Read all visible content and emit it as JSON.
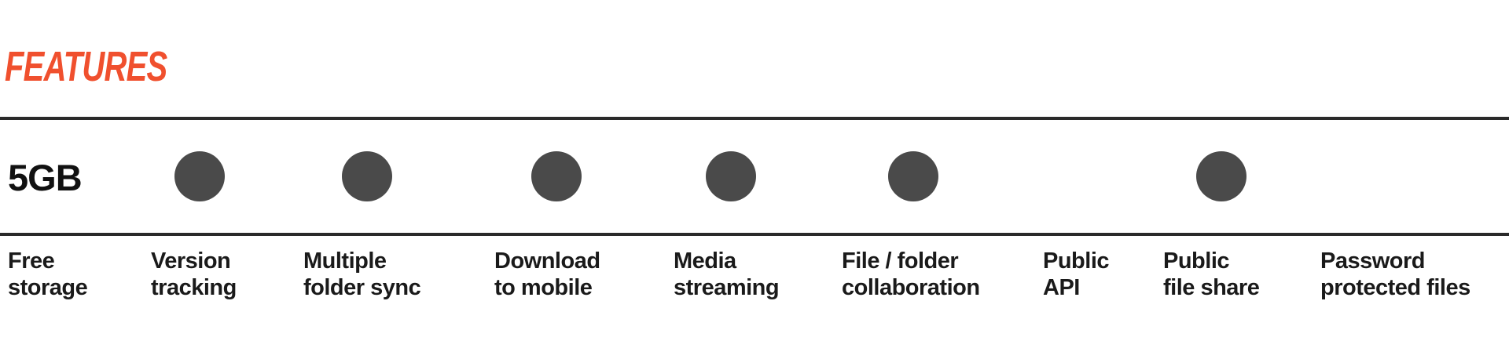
{
  "section": {
    "title": "FEATURES",
    "title_color": "#f0502e"
  },
  "plan": {
    "storage": "5GB"
  },
  "features": [
    {
      "line1": "Free",
      "line2": "storage",
      "included": null
    },
    {
      "line1": "Version",
      "line2": "tracking",
      "included": true
    },
    {
      "line1": "Multiple",
      "line2": "folder sync",
      "included": true
    },
    {
      "line1": "Download",
      "line2": "to mobile",
      "included": true
    },
    {
      "line1": "Media",
      "line2": "streaming",
      "included": true
    },
    {
      "line1": "File / folder",
      "line2": "collaboration",
      "included": true
    },
    {
      "line1": "Public",
      "line2": "API",
      "included": false
    },
    {
      "line1": "Public",
      "line2": "file share",
      "included": true
    },
    {
      "line1": "Password",
      "line2": "protected files",
      "included": false
    }
  ],
  "colors": {
    "accent": "#f0502e",
    "dot": "#4a4a4a",
    "rule": "#2a2a2a"
  }
}
